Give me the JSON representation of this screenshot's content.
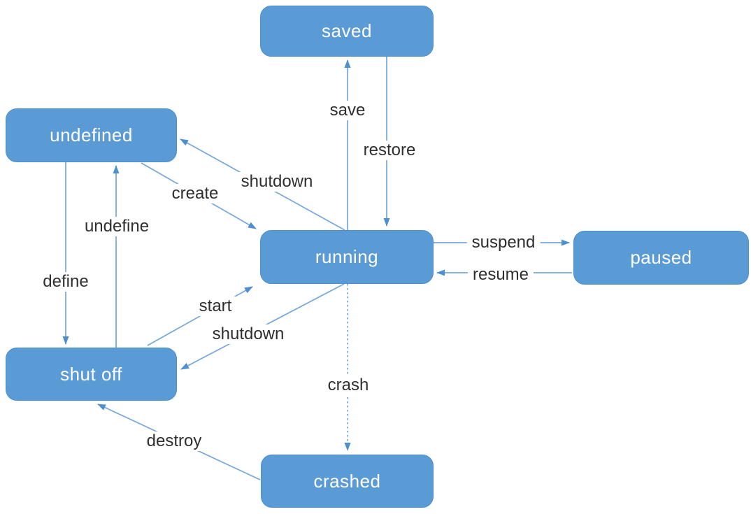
{
  "diagram": {
    "type": "state-transition-diagram",
    "states": [
      {
        "id": "saved",
        "label": "saved"
      },
      {
        "id": "undefined",
        "label": "undefined"
      },
      {
        "id": "running",
        "label": "running"
      },
      {
        "id": "paused",
        "label": "paused"
      },
      {
        "id": "shut-off",
        "label": "shut off"
      },
      {
        "id": "crashed",
        "label": "crashed"
      }
    ],
    "transitions": [
      {
        "id": "save",
        "label": "save",
        "from": "running",
        "to": "saved",
        "line": "solid"
      },
      {
        "id": "restore",
        "label": "restore",
        "from": "saved",
        "to": "running",
        "line": "solid"
      },
      {
        "id": "create",
        "label": "create",
        "from": "undefined",
        "to": "running",
        "line": "solid"
      },
      {
        "id": "shutdown-to-undefined",
        "label": "shutdown",
        "from": "running",
        "to": "undefined",
        "line": "solid"
      },
      {
        "id": "define",
        "label": "define",
        "from": "undefined",
        "to": "shut off",
        "line": "solid"
      },
      {
        "id": "undefine",
        "label": "undefine",
        "from": "shut off",
        "to": "undefined",
        "line": "solid"
      },
      {
        "id": "start",
        "label": "start",
        "from": "shut off",
        "to": "running",
        "line": "solid"
      },
      {
        "id": "shutdown-to-shut-off",
        "label": "shutdown",
        "from": "running",
        "to": "shut off",
        "line": "solid"
      },
      {
        "id": "suspend",
        "label": "suspend",
        "from": "running",
        "to": "paused",
        "line": "solid"
      },
      {
        "id": "resume",
        "label": "resume",
        "from": "paused",
        "to": "running",
        "line": "solid"
      },
      {
        "id": "crash",
        "label": "crash",
        "from": "running",
        "to": "crashed",
        "line": "dashed"
      },
      {
        "id": "destroy",
        "label": "destroy",
        "from": "crashed",
        "to": "shut off",
        "line": "solid"
      }
    ],
    "colors": {
      "state-fill": "#5B9BD5",
      "state-border": "#4E8FD0",
      "state-text": "#FFFFFF",
      "edge": "#74A7DC",
      "arrow": "#4E8FD0",
      "label-text": "#2F2F2F",
      "background": "#FFFFFF"
    }
  }
}
